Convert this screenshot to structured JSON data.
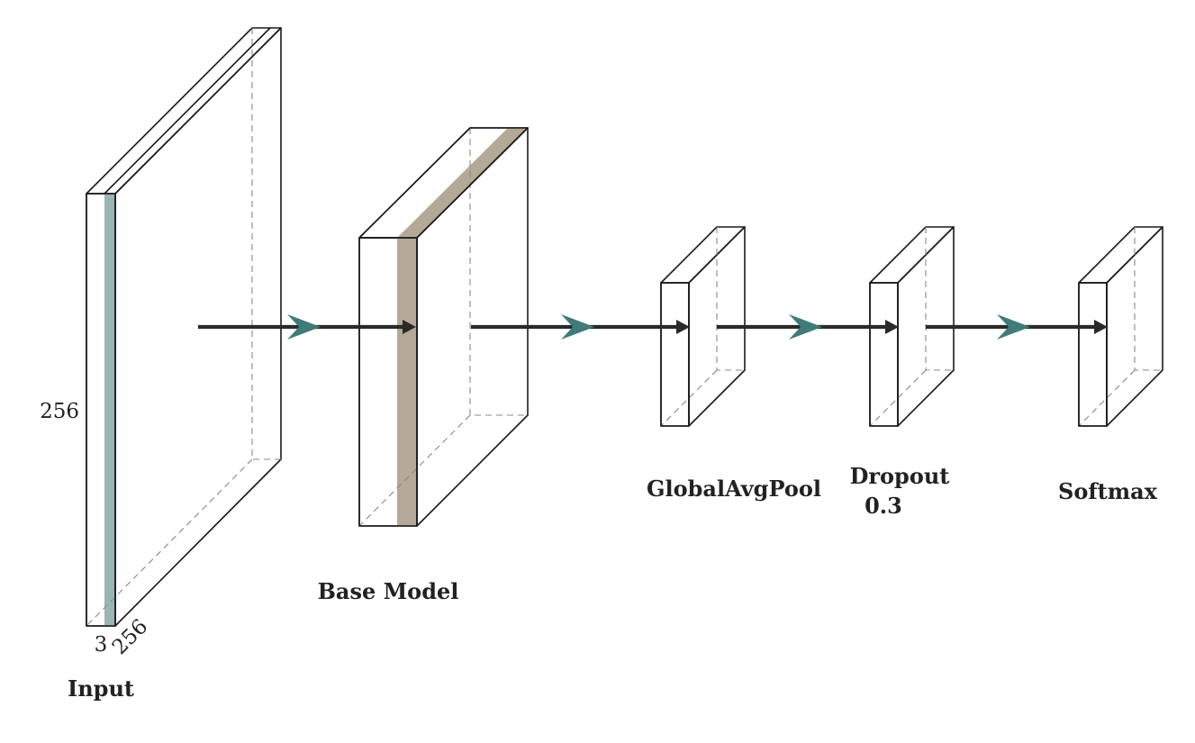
{
  "layers": [
    {
      "id": "input",
      "label_lines": [
        "Input"
      ],
      "dims": {
        "depth": "3",
        "width": "256",
        "height": "256"
      },
      "colors": {
        "front": "#b3f5f9",
        "side": "#99b3b3",
        "band": "#9bb4b4"
      }
    },
    {
      "id": "base-model",
      "label_lines": [
        "Base Model"
      ],
      "colors": {
        "front": "#ffe9c2",
        "side": "#b3a996",
        "band": "#b3a996"
      }
    },
    {
      "id": "global-avg-pool",
      "label_lines": [
        "GlobalAvgPool"
      ],
      "colors": {
        "front": "#ffdcb8",
        "side": "#ffdcb8"
      }
    },
    {
      "id": "dropout",
      "label_lines": [
        "Dropout",
        "0.3"
      ],
      "colors": {
        "front": "#dddddd",
        "side": "#dddddd"
      }
    },
    {
      "id": "softmax",
      "label_lines": [
        "Softmax"
      ],
      "colors": {
        "front": "#ffb8ba",
        "side": "#ffb8ba"
      }
    }
  ],
  "connections": [
    {
      "from": "input",
      "to": "base-model"
    },
    {
      "from": "base-model",
      "to": "global-avg-pool"
    },
    {
      "from": "global-avg-pool",
      "to": "dropout"
    },
    {
      "from": "dropout",
      "to": "softmax"
    }
  ],
  "arrow_head_color": "#3f7b79",
  "arrow_line_color": "#2a2a2a"
}
